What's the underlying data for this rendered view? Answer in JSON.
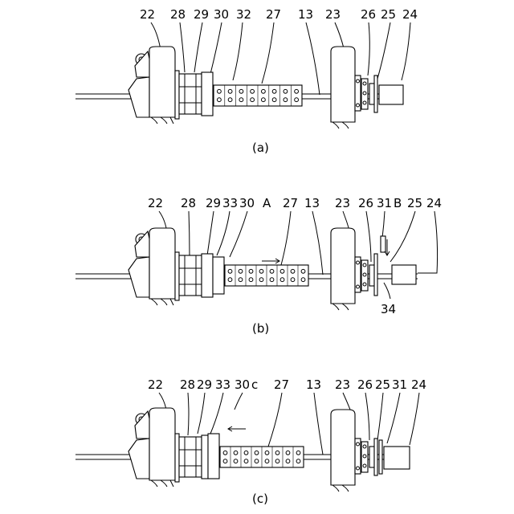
{
  "panels": [
    {
      "id": "a",
      "caption": "(a)",
      "labels": [
        "22",
        "28",
        "29",
        "30",
        "32",
        "27",
        "13",
        "23",
        "26",
        "25",
        "24"
      ]
    },
    {
      "id": "b",
      "caption": "(b)",
      "labels": [
        "22",
        "28",
        "29",
        "33",
        "30",
        "A",
        "27",
        "13",
        "23",
        "26",
        "31",
        "B",
        "25",
        "24",
        "34"
      ]
    },
    {
      "id": "c",
      "caption": "(c)",
      "labels": [
        "22",
        "28",
        "29",
        "33",
        "30",
        "c",
        "27",
        "13",
        "23",
        "26",
        "25",
        "31",
        "24"
      ]
    }
  ]
}
